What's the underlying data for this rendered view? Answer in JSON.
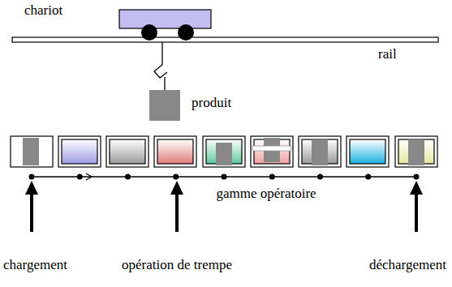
{
  "diagram": {
    "labels": [
      "chariot",
      "rail",
      "produit",
      "gamme opératoire",
      "chargement",
      "opération de trempe",
      "déchargement"
    ]
  }
}
